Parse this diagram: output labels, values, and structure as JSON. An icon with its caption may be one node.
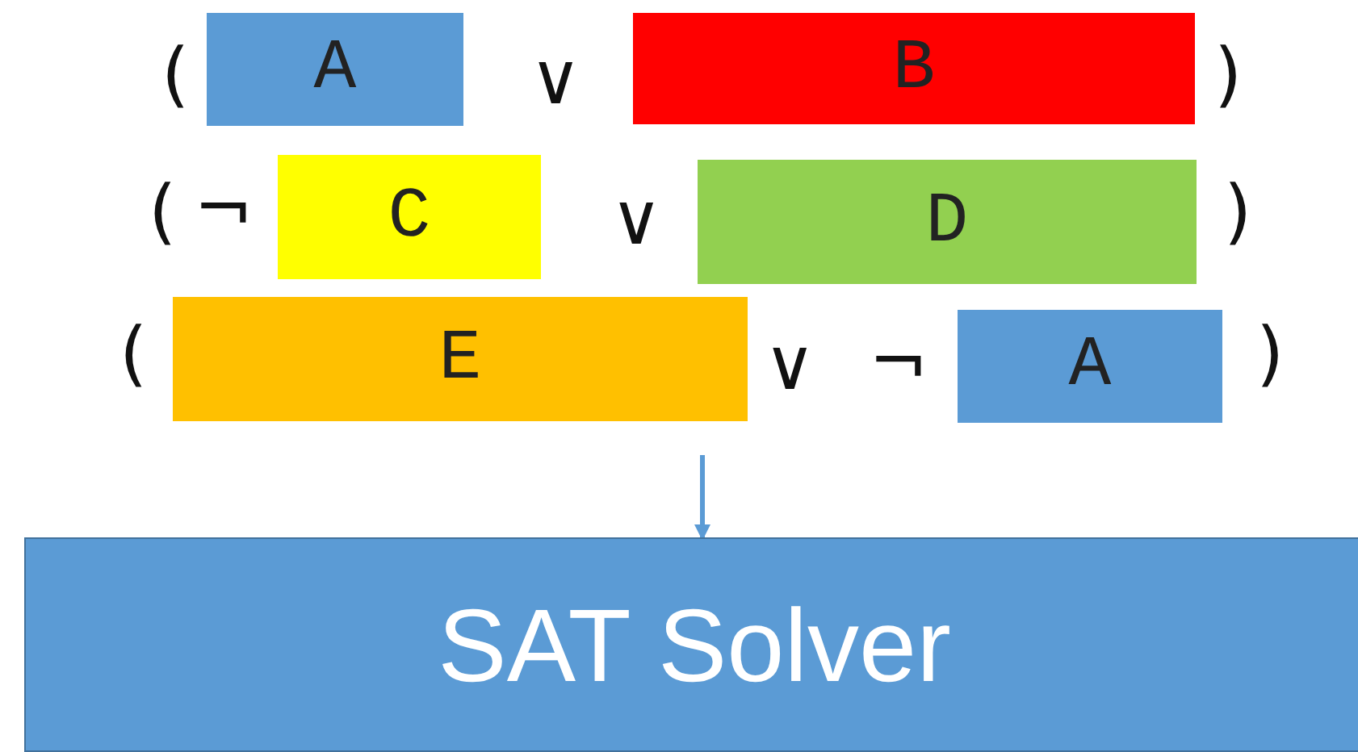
{
  "diagram": {
    "nodes": [
      {
        "text": [
          "A"
        ]
      },
      {
        "text": [
          "B"
        ]
      },
      {
        "text": [
          "C"
        ]
      },
      {
        "text": [
          "D"
        ]
      },
      {
        "text": [
          "E"
        ]
      },
      {
        "text": [
          "A"
        ]
      },
      {
        "text": [
          "SAT Solver"
        ]
      }
    ],
    "edges": [
      {
        "from": null,
        "to": 6,
        "arrow": "to"
      }
    ],
    "labels": [
      "(",
      "∨",
      ")",
      "(",
      "¬",
      "∨",
      ")",
      "(",
      "∨",
      "¬",
      ")"
    ]
  }
}
